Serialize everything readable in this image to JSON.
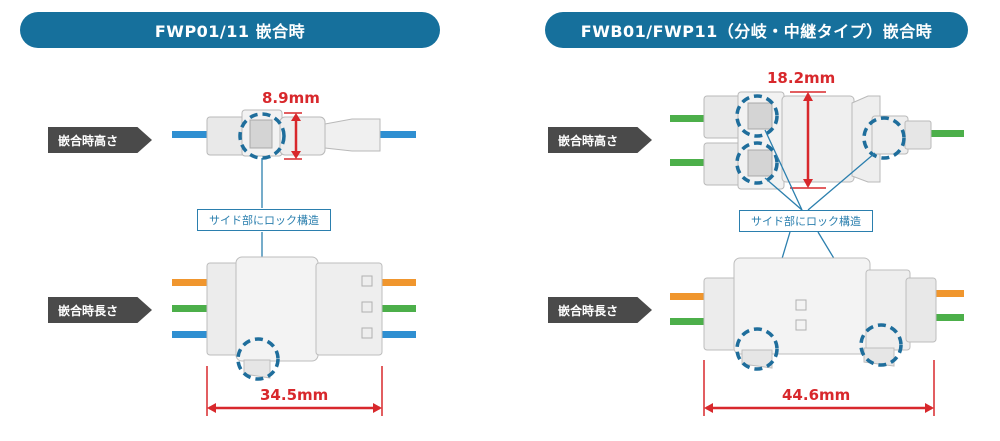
{
  "headers": {
    "left": "FWP01/11 嵌合時",
    "right": "FWB01/FWP11（分岐・中継タイプ）嵌合時"
  },
  "labels": {
    "height_label": "嵌合時高さ",
    "length_label": "嵌合時長さ",
    "lock_note": "サイド部にロック構造"
  },
  "dimensions": {
    "left_height": "8.9mm",
    "left_length": "34.5mm",
    "right_height": "18.2mm",
    "right_length": "44.6mm"
  },
  "colors": {
    "header_bg": "#16709c",
    "dimension_red": "#d8282c",
    "callout_blue": "#2b7fae",
    "wire_blue": "#2f8fd1",
    "wire_green": "#4caf4a",
    "wire_orange": "#f0962e",
    "tag_bg": "#4a4a4a"
  }
}
